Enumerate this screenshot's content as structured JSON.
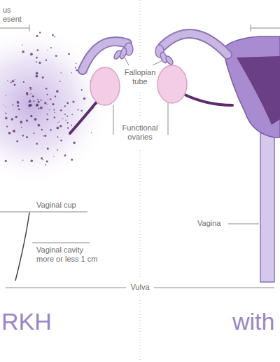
{
  "diagram": {
    "labels": [
      "us esent",
      "Fallopian tube",
      "Functional ovaries",
      "Vaginal cup",
      "Vaginal cavity more or less 1 cm",
      "Vagina",
      "Vulva",
      "RKH",
      "with"
    ]
  }
}
